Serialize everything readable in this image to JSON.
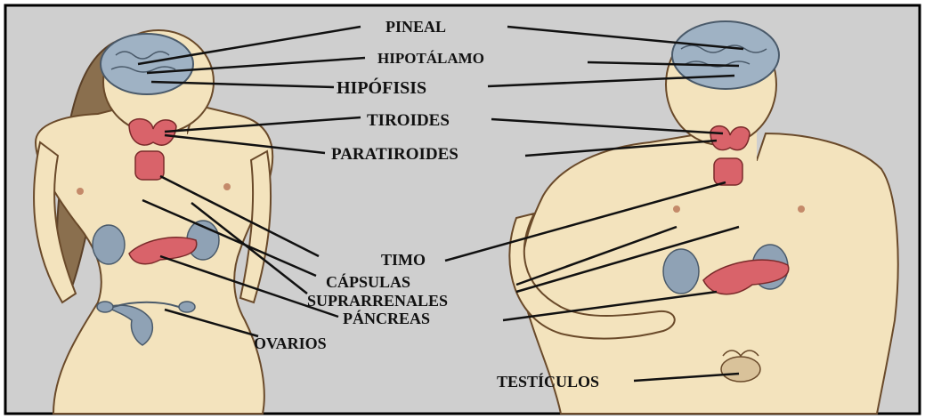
{
  "diagram": {
    "labels": {
      "pineal": "PINEAL",
      "hipotalamo": "HIPOTÁLAMO",
      "hipofisis": "HIPÓFISIS",
      "tiroides": "TIROIDES",
      "paratiroides": "PARATIROIDES",
      "timo": "TIMO",
      "capsulas": "CÁPSULAS",
      "suprarrenales": "SUPRARRENALES",
      "pancreas": "PÁNCREAS",
      "ovarios": "OVARIOS",
      "testiculos": "TESTÍCULOS"
    },
    "colors": {
      "background": "#cfcfcf",
      "skin": "#f3e3bd",
      "skin_outline": "#6a4a2a",
      "hair": "#8a6f4e",
      "brain": "#9fb2c4",
      "gland_red": "#d9636a",
      "gland_blue": "#8fa2b5",
      "line": "#111111"
    }
  }
}
